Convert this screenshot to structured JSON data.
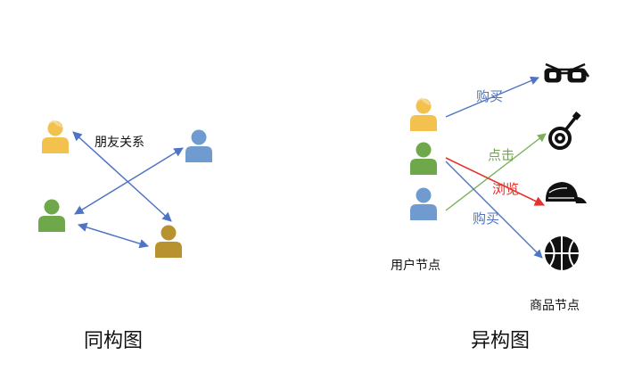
{
  "homogeneous": {
    "title": "同构图",
    "edge_label": "朋友关系"
  },
  "heterogeneous": {
    "title": "异构图",
    "user_nodes_label": "用户节点",
    "item_nodes_label": "商品节点",
    "edge_labels": {
      "buy_top": "购买",
      "click": "点击",
      "browse": "浏览",
      "buy_bottom": "购买"
    }
  },
  "colors": {
    "user_yellow": "#f2c14e",
    "user_yellow_hair": "#f6dc9a",
    "user_green": "#6fa84a",
    "user_blue": "#6f9bd1",
    "user_brown": "#b8922e",
    "edge_blue": "#4f74c4",
    "edge_green": "#7ab05a",
    "edge_red": "#e5322d",
    "item_icon": "#111111"
  },
  "icons": [
    "person-icon",
    "glasses-icon",
    "banjo-icon",
    "cap-icon",
    "basketball-icon"
  ]
}
